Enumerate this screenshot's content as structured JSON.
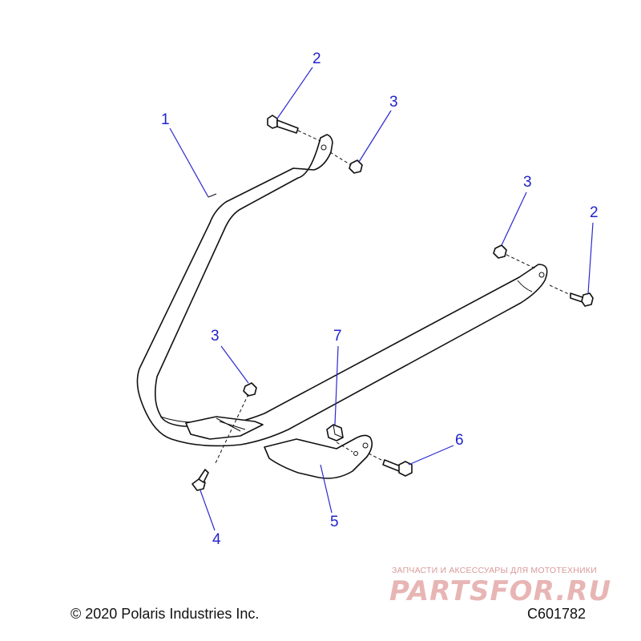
{
  "callouts": {
    "c1": "1",
    "c2a": "2",
    "c3a": "3",
    "c3b": "3",
    "c2b": "2",
    "c3c": "3",
    "c7": "7",
    "c6": "6",
    "c5": "5",
    "c4": "4"
  },
  "footer": {
    "copyright": "© 2020 Polaris Industries Inc.",
    "drawing_number": "C601782"
  },
  "watermark": {
    "tagline": "ЗАПЧАСТИ И АКСЕССУАРЫ ДЛЯ МОТОТЕХНИКИ",
    "brand": "PARTSFOR.RU"
  },
  "colors": {
    "callout": "#2222cc",
    "outline": "#111111",
    "watermark": "#e8b5b5"
  }
}
